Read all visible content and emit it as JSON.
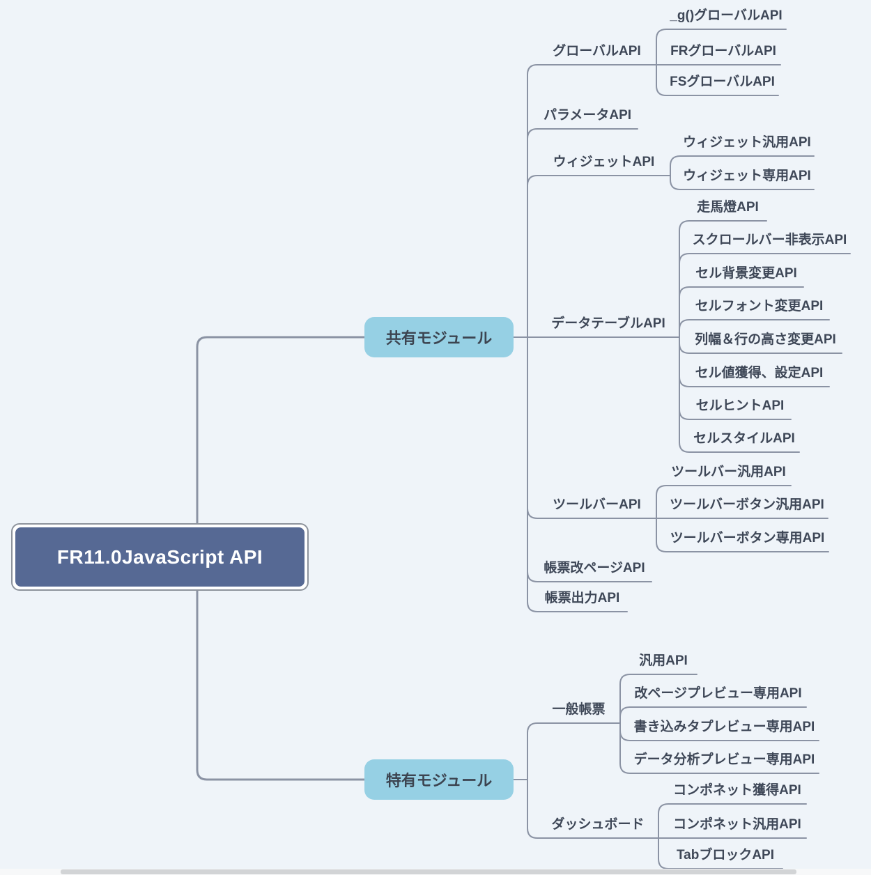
{
  "root": {
    "label": "FR11.0JavaScript API"
  },
  "branches": [
    {
      "label": "共有モジュール",
      "children": [
        {
          "label": "グローバルAPI",
          "children": [
            {
              "label": "_g()グローバルAPI"
            },
            {
              "label": "FRグローバルAPI"
            },
            {
              "label": "FSグローバルAPI"
            }
          ]
        },
        {
          "label": "パラメータAPI",
          "children": []
        },
        {
          "label": "ウィジェットAPI",
          "children": [
            {
              "label": "ウィジェット汎用API"
            },
            {
              "label": "ウィジェット専用API"
            }
          ]
        },
        {
          "label": "データテーブルAPI",
          "children": [
            {
              "label": "走馬燈API"
            },
            {
              "label": "スクロールバー非表示API"
            },
            {
              "label": "セル背景変更API"
            },
            {
              "label": "セルフォント変更API"
            },
            {
              "label": "列幅＆行の高さ変更API"
            },
            {
              "label": "セル値獲得、設定API"
            },
            {
              "label": "セルヒントAPI"
            },
            {
              "label": "セルスタイルAPI"
            }
          ]
        },
        {
          "label": "ツールバーAPI",
          "children": [
            {
              "label": "ツールバー汎用API"
            },
            {
              "label": "ツールバーボタン汎用API"
            },
            {
              "label": "ツールバーボタン専用API"
            }
          ]
        },
        {
          "label": "帳票改ページAPI",
          "children": []
        },
        {
          "label": "帳票出力API",
          "children": []
        }
      ]
    },
    {
      "label": "特有モジュール",
      "children": [
        {
          "label": "一般帳票",
          "children": [
            {
              "label": "汎用API"
            },
            {
              "label": "改ページプレビュー専用API"
            },
            {
              "label": "書き込みタプレビュー専用API"
            },
            {
              "label": "データ分析プレビュー専用API"
            }
          ]
        },
        {
          "label": "ダッシュボード",
          "children": [
            {
              "label": "コンポネット獲得API"
            },
            {
              "label": "コンポネット汎用API"
            },
            {
              "label": "TabブロックAPI"
            }
          ]
        }
      ]
    }
  ],
  "colors": {
    "background": "#eff4f9",
    "root_fill": "#566994",
    "root_border": "#8d939c",
    "branch_fill": "#96d0e4",
    "line": "#8b93a4",
    "text": "#3e4757",
    "scrollbar_thumb": "#d2d4d6"
  }
}
